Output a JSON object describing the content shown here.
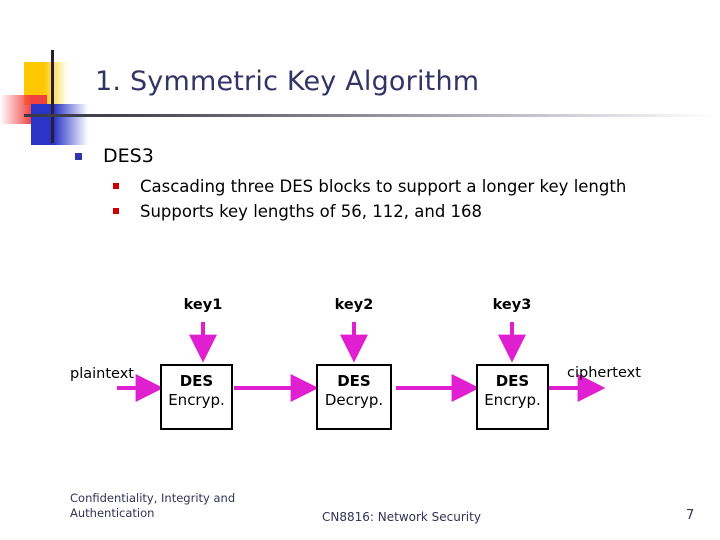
{
  "slide": {
    "title": "1. Symmetric Key Algorithm",
    "accent_title_color": "#333366",
    "arrow_color": "#E020D0",
    "bullet_l1_color": "#3333AA",
    "bullet_l2_color": "#CC0000"
  },
  "bullets": {
    "level1": "DES3",
    "level2": [
      "Cascading three DES blocks to support a longer key length",
      "Supports key lengths of 56, 112, and 168"
    ]
  },
  "diagram": {
    "keys": [
      "key1",
      "key2",
      "key3"
    ],
    "input_label": "plaintext",
    "output_label": "ciphertext",
    "blocks": [
      {
        "line1": "DES",
        "line2": "Encryp."
      },
      {
        "line1": "DES",
        "line2": "Decryp."
      },
      {
        "line1": "DES",
        "line2": "Encryp."
      }
    ]
  },
  "footer": {
    "left_line1": "Confidentiality, Integrity and",
    "left_line2": "Authentication",
    "center": "CN8816: Network Security",
    "page_number": "7"
  }
}
